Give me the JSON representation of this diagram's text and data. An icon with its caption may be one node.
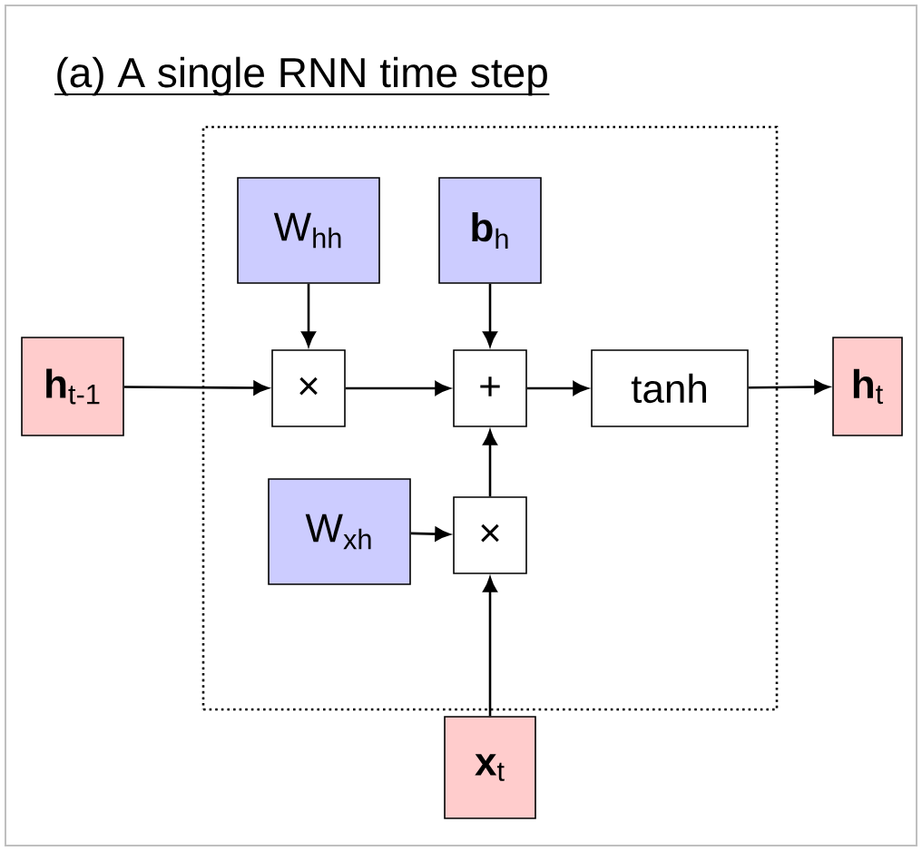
{
  "diagram": {
    "title": "(a) A single RNN time step",
    "nodes": [
      {
        "text": [],
        "shape": "box"
      },
      {
        "text": [
          "W$_{hh}$"
        ],
        "in": 0
      },
      {
        "text": [
          "**b**$_{h}$"
        ],
        "in": 0
      },
      {
        "text": [
          "**h**$_{t-1}$"
        ]
      },
      {
        "text": [
          "×"
        ],
        "in": 0
      },
      {
        "text": [
          "+"
        ],
        "in": 0
      },
      {
        "text": [
          "tanh"
        ],
        "in": 0
      },
      {
        "text": [
          "**h**$_{t}$"
        ]
      },
      {
        "text": [
          "W$_{xh}$"
        ],
        "in": 0
      },
      {
        "text": [
          "×"
        ],
        "in": 0
      },
      {
        "text": [
          "**x**$_{t}$"
        ]
      }
    ],
    "edges": [
      {
        "from": 3,
        "to": 4,
        "arrow": "to"
      },
      {
        "from": 1,
        "to": 4,
        "arrow": "to"
      },
      {
        "from": 4,
        "to": 5,
        "arrow": "to"
      },
      {
        "from": 2,
        "to": 5,
        "arrow": "to"
      },
      {
        "from": 9,
        "to": 5,
        "arrow": "to"
      },
      {
        "from": 5,
        "to": 6,
        "arrow": "to"
      },
      {
        "from": 6,
        "to": 7,
        "arrow": "to"
      },
      {
        "from": 8,
        "to": 9,
        "arrow": "to"
      },
      {
        "from": 10,
        "to": 9,
        "arrow": "to"
      }
    ]
  }
}
